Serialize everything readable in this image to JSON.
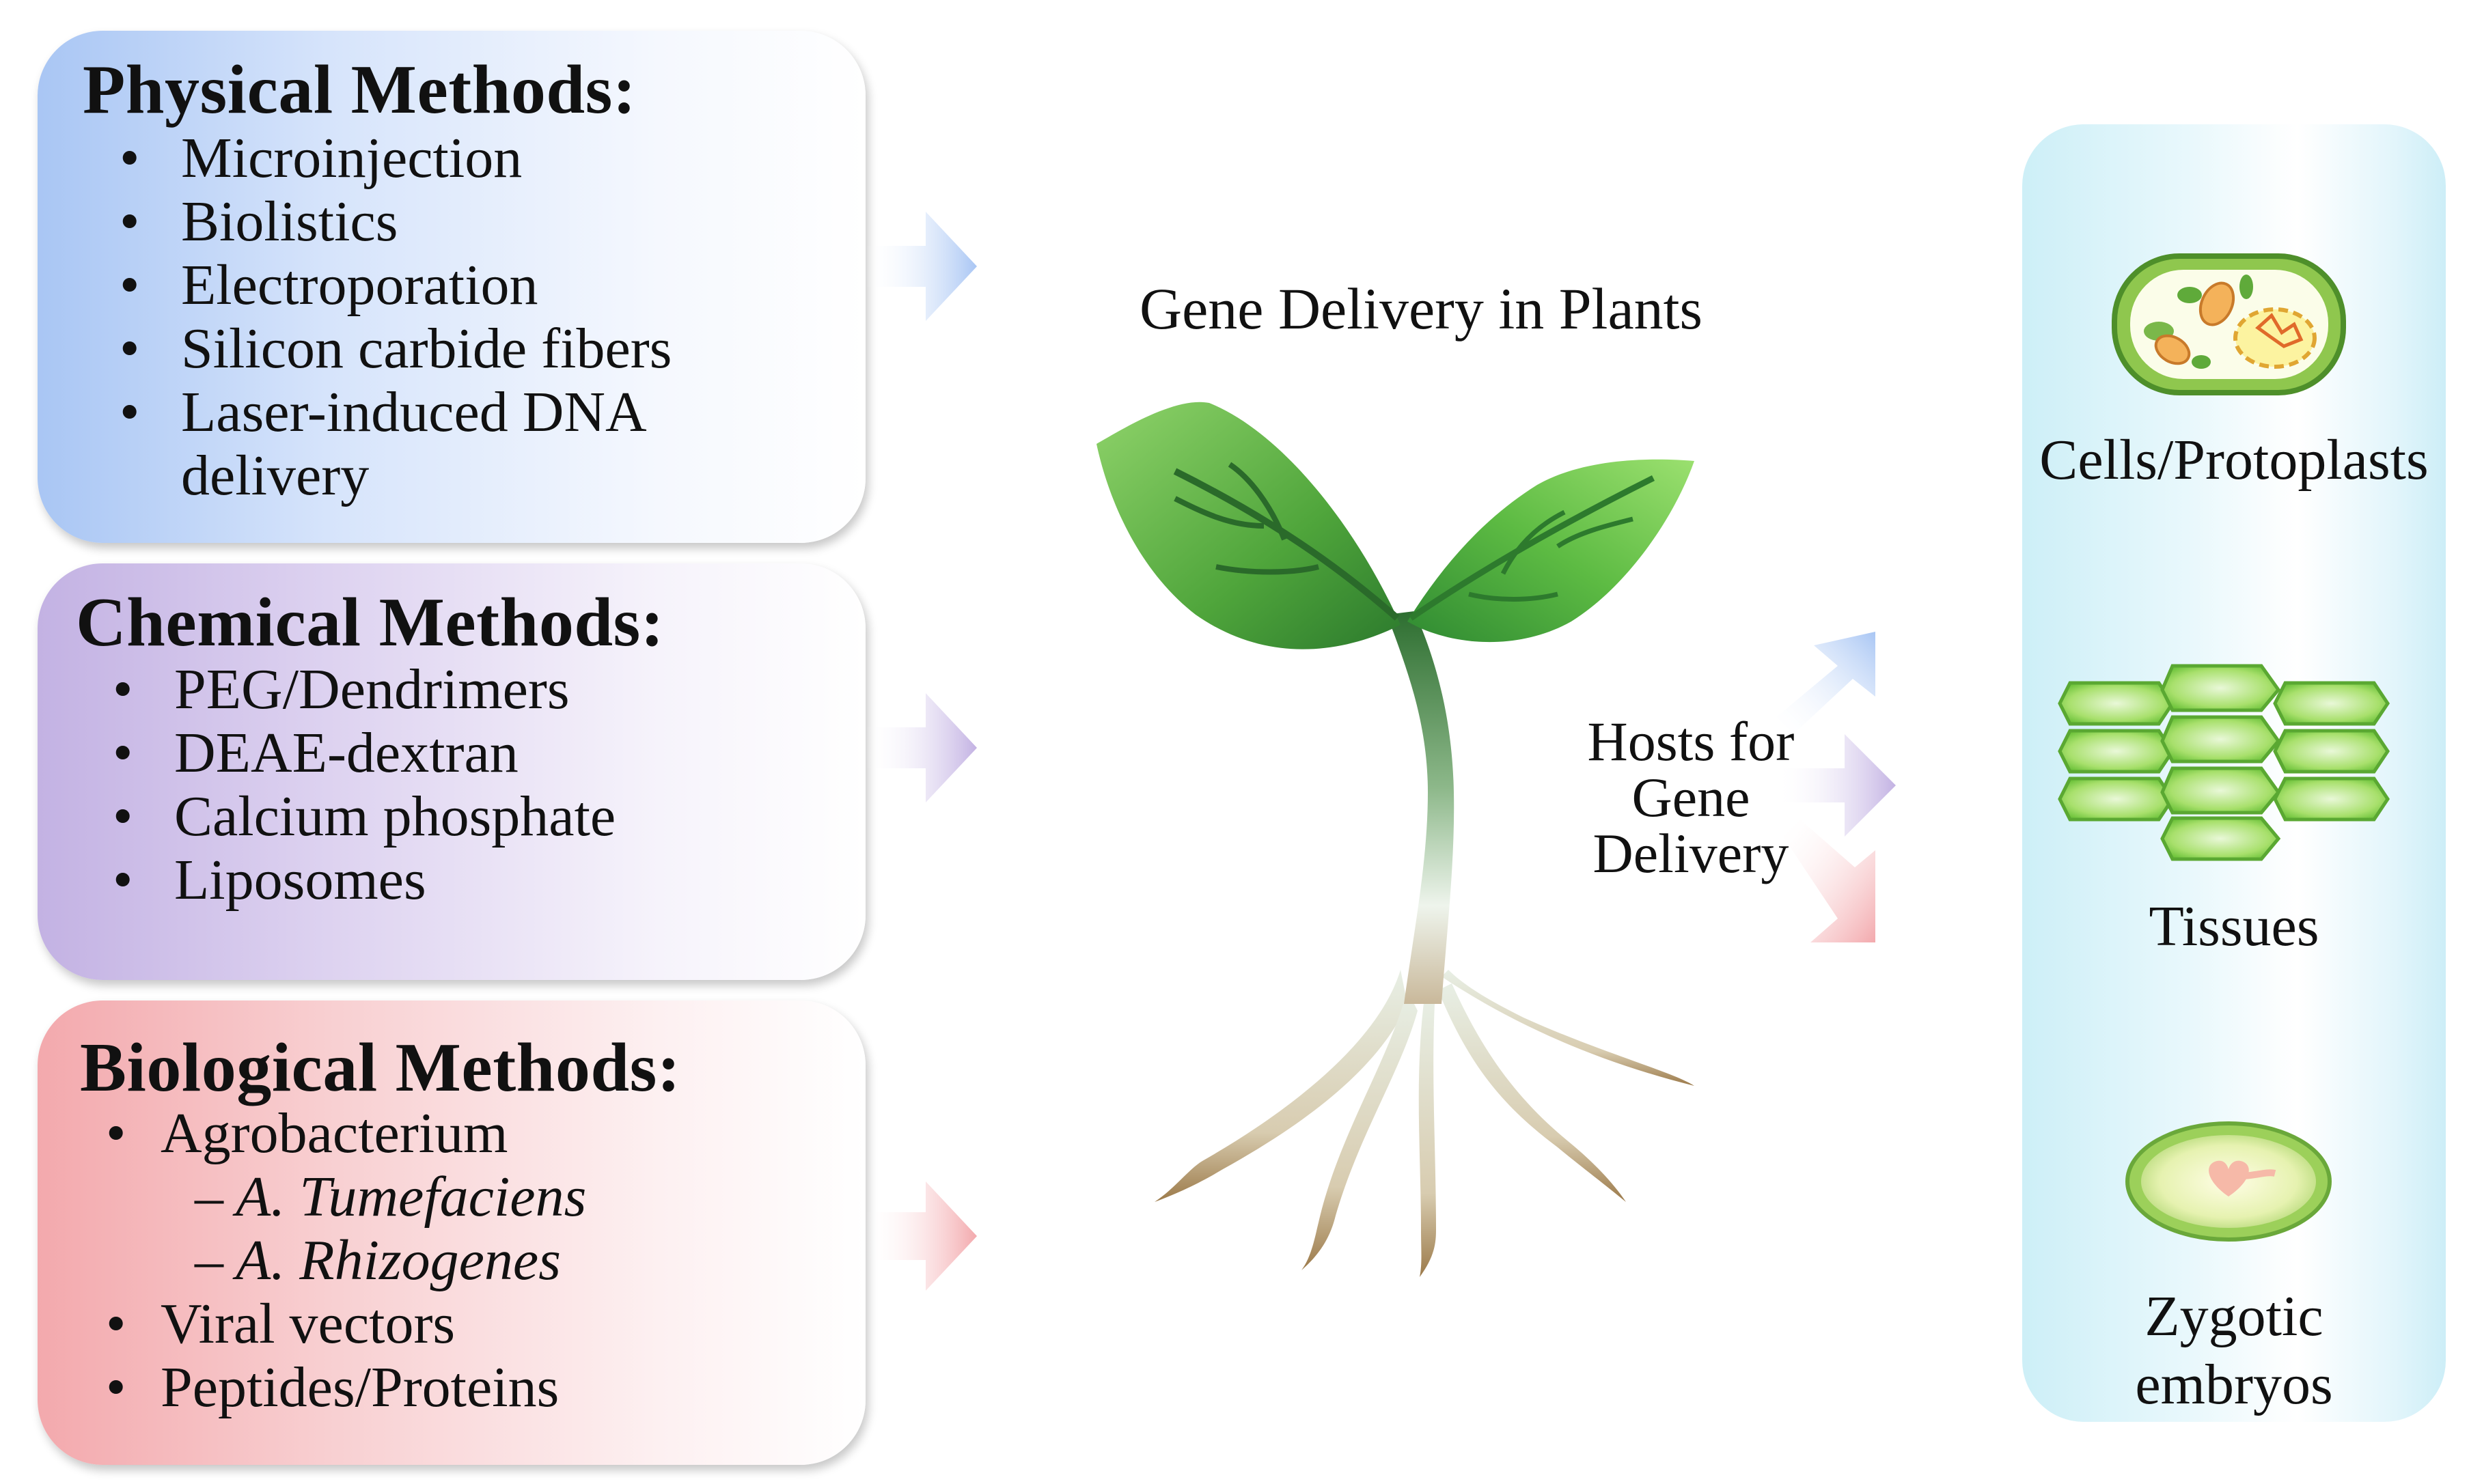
{
  "figure": {
    "title": "Gene Delivery in Plants",
    "hosts_caption": [
      "Hosts for",
      "Gene",
      "Delivery"
    ]
  },
  "methods": {
    "physical": {
      "title": "Physical Methods:",
      "items": [
        "Microinjection",
        "Biolistics",
        "Electroporation",
        "Silicon carbide fibers",
        "Laser-induced DNA",
        "delivery"
      ],
      "color": "#a9c6f4"
    },
    "chemical": {
      "title": "Chemical Methods:",
      "items": [
        "PEG/Dendrimers",
        "DEAE-dextran",
        "Calcium phosphate",
        "Liposomes"
      ],
      "color": "#c3b2e3"
    },
    "biological": {
      "title": "Biological Methods:",
      "items": [
        "Agrobacterium",
        "A. Tumefaciens",
        "A. Rhizogenes",
        "Viral vectors",
        "Peptides/Proteins"
      ],
      "sub_marker": "–",
      "color": "#f3a9ad"
    },
    "bullet": "•"
  },
  "hosts": {
    "cells": "Cells/Protoplasts",
    "tissues": "Tissues",
    "embryos": [
      "Zygotic",
      "embryos"
    ],
    "color": "#cdeff7"
  },
  "icons": [
    "plant-seedling-icon",
    "plant-cell-icon",
    "plant-tissue-icon",
    "zygotic-embryo-icon",
    "arrow-right-icon"
  ]
}
